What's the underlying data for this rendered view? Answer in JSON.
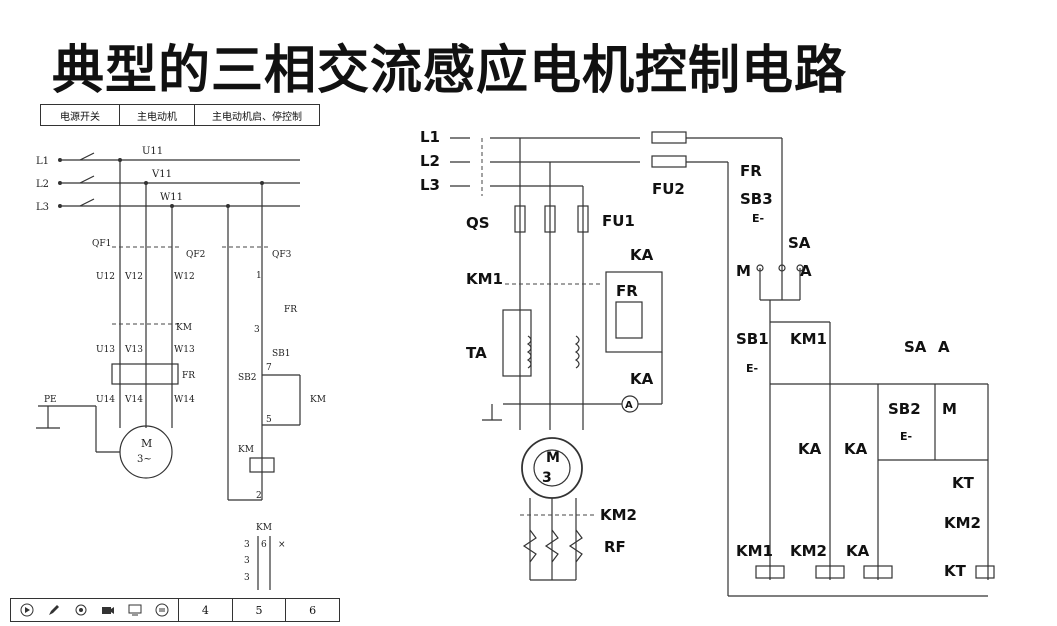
{
  "title": "典型的三相交流感应电机控制电路",
  "left_diagram": {
    "header_cells": [
      "电源开关",
      "主电动机",
      "主电动机启、停控制"
    ],
    "phase_inputs": [
      "L1",
      "L2",
      "L3"
    ],
    "line_labels": [
      "U11",
      "V11",
      "W11"
    ],
    "labels": {
      "qf1": "QF1",
      "qf2": "QF2",
      "qf3": "QF3",
      "u12": "U12",
      "v12": "V12",
      "w12": "W12",
      "km_main": "KM",
      "u13": "U13",
      "v13": "V13",
      "w13": "W13",
      "fr_main": "FR",
      "u14": "U14",
      "v14": "V14",
      "w14": "W14",
      "pe": "PE",
      "motor_m": "M",
      "motor_3": "3~",
      "node_1": "1",
      "fr_ctrl": "FR",
      "node_3": "3",
      "sb1": "SB1",
      "sb2": "SB2",
      "node_7": "7",
      "km_hold": "KM",
      "node_5": "5",
      "km_coil": "KM",
      "node_2": "2",
      "km_table_title": "KM",
      "km_table_a": "3",
      "km_table_b": "6",
      "km_table_x": "×",
      "km_table_c": "3",
      "km_table_d": "3"
    }
  },
  "right_diagram": {
    "labels": {
      "l1": "L1",
      "l2": "L2",
      "l3": "L3",
      "qs": "QS",
      "fu1": "FU1",
      "fu2": "FU2",
      "km1": "KM1",
      "ka_top": "KA",
      "fr_box": "FR",
      "ta": "TA",
      "ka_mid": "KA",
      "ammeter": "A",
      "motor_m": "M",
      "motor_3": "3",
      "km2": "KM2",
      "rf": "RF",
      "fr": "FR",
      "sb3": "SB3",
      "e_sb3": "E-",
      "sa": "SA",
      "m_pos": "M",
      "a_pos": "A",
      "sb1": "SB1",
      "e_sb1": "E-",
      "km1_hold": "KM1",
      "sa2": "SA",
      "a2": "A",
      "sb2": "SB2",
      "m2": "M",
      "e_sb2": "E-",
      "ka1": "KA",
      "ka2": "KA",
      "kt_contact": "KT",
      "km2_contact": "KM2",
      "coil_km1": "KM1",
      "coil_km2": "KM2",
      "coil_ka": "KA",
      "coil_kt": "KT"
    }
  },
  "toolbar": {
    "icons": [
      "play-circle-icon",
      "pen-icon",
      "target-icon",
      "camera-icon",
      "screen-icon",
      "comment-icon"
    ],
    "pages": [
      "4",
      "5",
      "6"
    ]
  }
}
